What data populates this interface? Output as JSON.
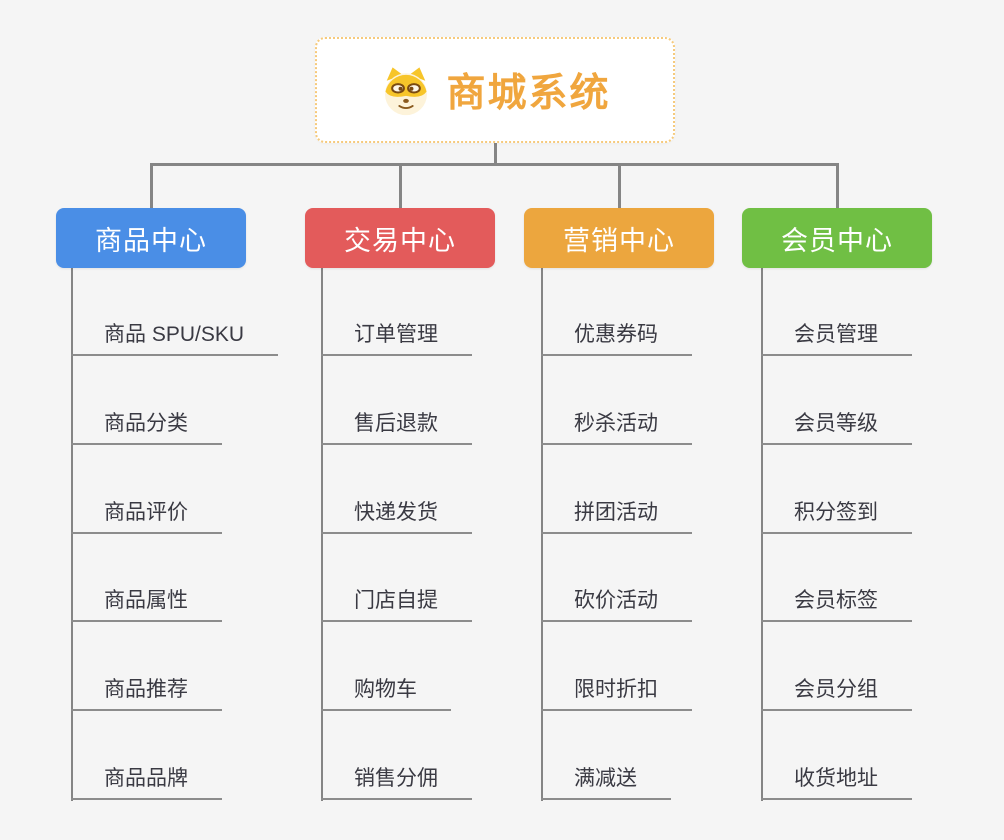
{
  "canvas": {
    "background_color": "#f5f5f5",
    "connector_color": "#858585"
  },
  "root": {
    "title": "商城系统",
    "icon": "dog-face-icon",
    "title_color": "#f0a63e",
    "border_color": "#f6ca7c"
  },
  "branches": [
    {
      "label": "商品中心",
      "color": "#4a8ee6",
      "children": [
        "商品 SPU/SKU",
        "商品分类",
        "商品评价",
        "商品属性",
        "商品推荐",
        "商品品牌"
      ]
    },
    {
      "label": "交易中心",
      "color": "#e35b5b",
      "children": [
        "订单管理",
        "售后退款",
        "快递发货",
        "门店自提",
        "购物车",
        "销售分佣"
      ]
    },
    {
      "label": "营销中心",
      "color": "#eca63e",
      "children": [
        "优惠券码",
        "秒杀活动",
        "拼团活动",
        "砍价活动",
        "限时折扣",
        "满减送"
      ]
    },
    {
      "label": "会员中心",
      "color": "#70bf44",
      "children": [
        "会员管理",
        "会员等级",
        "积分签到",
        "会员标签",
        "会员分组",
        "收货地址"
      ]
    }
  ]
}
